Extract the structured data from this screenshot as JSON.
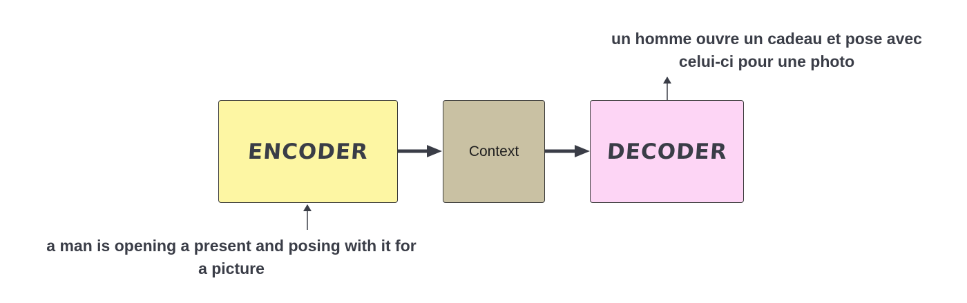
{
  "diagram": {
    "nodes": {
      "encoder": {
        "label": "ENCODER",
        "color": "#fdf6a3"
      },
      "context": {
        "label": "Context",
        "color": "#c9c1a3"
      },
      "decoder": {
        "label": "DECODER",
        "color": "#fdd5f5"
      }
    },
    "input_text": "a man is opening a present and posing with it for\na picture",
    "output_text": "un homme ouvre un cadeau et pose avec\ncelui-ci pour une photo",
    "edges": [
      {
        "from": "input_text",
        "to": "encoder"
      },
      {
        "from": "encoder",
        "to": "context"
      },
      {
        "from": "context",
        "to": "decoder"
      },
      {
        "from": "decoder",
        "to": "output_text"
      }
    ],
    "arrow_color": "#3a3d47"
  }
}
